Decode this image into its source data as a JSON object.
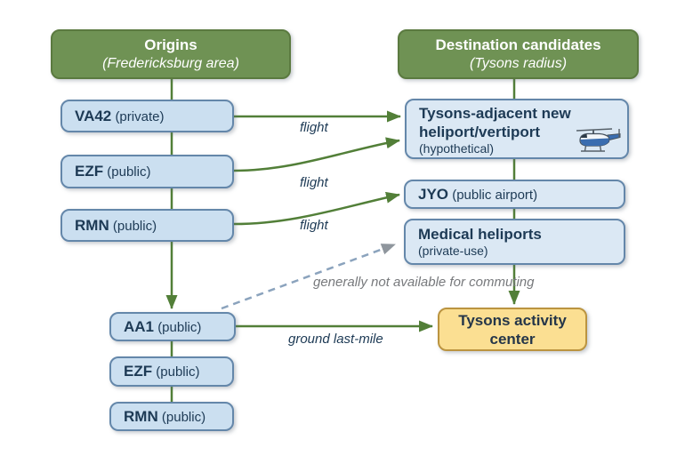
{
  "headers": {
    "origins": {
      "title": "Origins",
      "subtitle": "(Fredericksburg area)"
    },
    "destinations": {
      "title": "Destination candidates",
      "subtitle": "(Tysons radius)"
    }
  },
  "origin_nodes": [
    {
      "code": "VA42",
      "note": "(private)"
    },
    {
      "code": "EZF",
      "note": "(public)"
    },
    {
      "code": "RMN",
      "note": "(public)"
    }
  ],
  "destination_nodes": {
    "heliport": {
      "line1": "Tysons-adjacent new",
      "line2": "heliport/vertiport",
      "note": "(hypothetical)",
      "icon": "helicopter-icon"
    },
    "jyo": {
      "code": "JYO",
      "note": "(public airport)"
    },
    "medical": {
      "title": "Medical heliports",
      "note": "(private-use)"
    }
  },
  "ground_nodes": [
    {
      "code": "AA1",
      "note": "(public)"
    },
    {
      "code": "EZF",
      "note": "(public)"
    },
    {
      "code": "RMN",
      "note": "(public)"
    }
  ],
  "activity_center": {
    "line1": "Tysons activity",
    "line2": "center"
  },
  "edge_labels": {
    "flight_1": "flight",
    "flight_2": "flight",
    "flight_3": "flight",
    "ground": "ground last-mile",
    "not_available": "generally not available for commuting"
  },
  "colors": {
    "header_green": "#6f9254",
    "node_blue": "#cbdff0",
    "node_blue_light": "#dbe8f4",
    "node_border": "#6487aa",
    "activity_yellow": "#fbdf92",
    "activity_border": "#bb9440",
    "arrow_green": "#527f38",
    "dashed_gray": "#8ba3bd",
    "text_navy": "#1d3a55",
    "muted_gray": "#77797c"
  }
}
